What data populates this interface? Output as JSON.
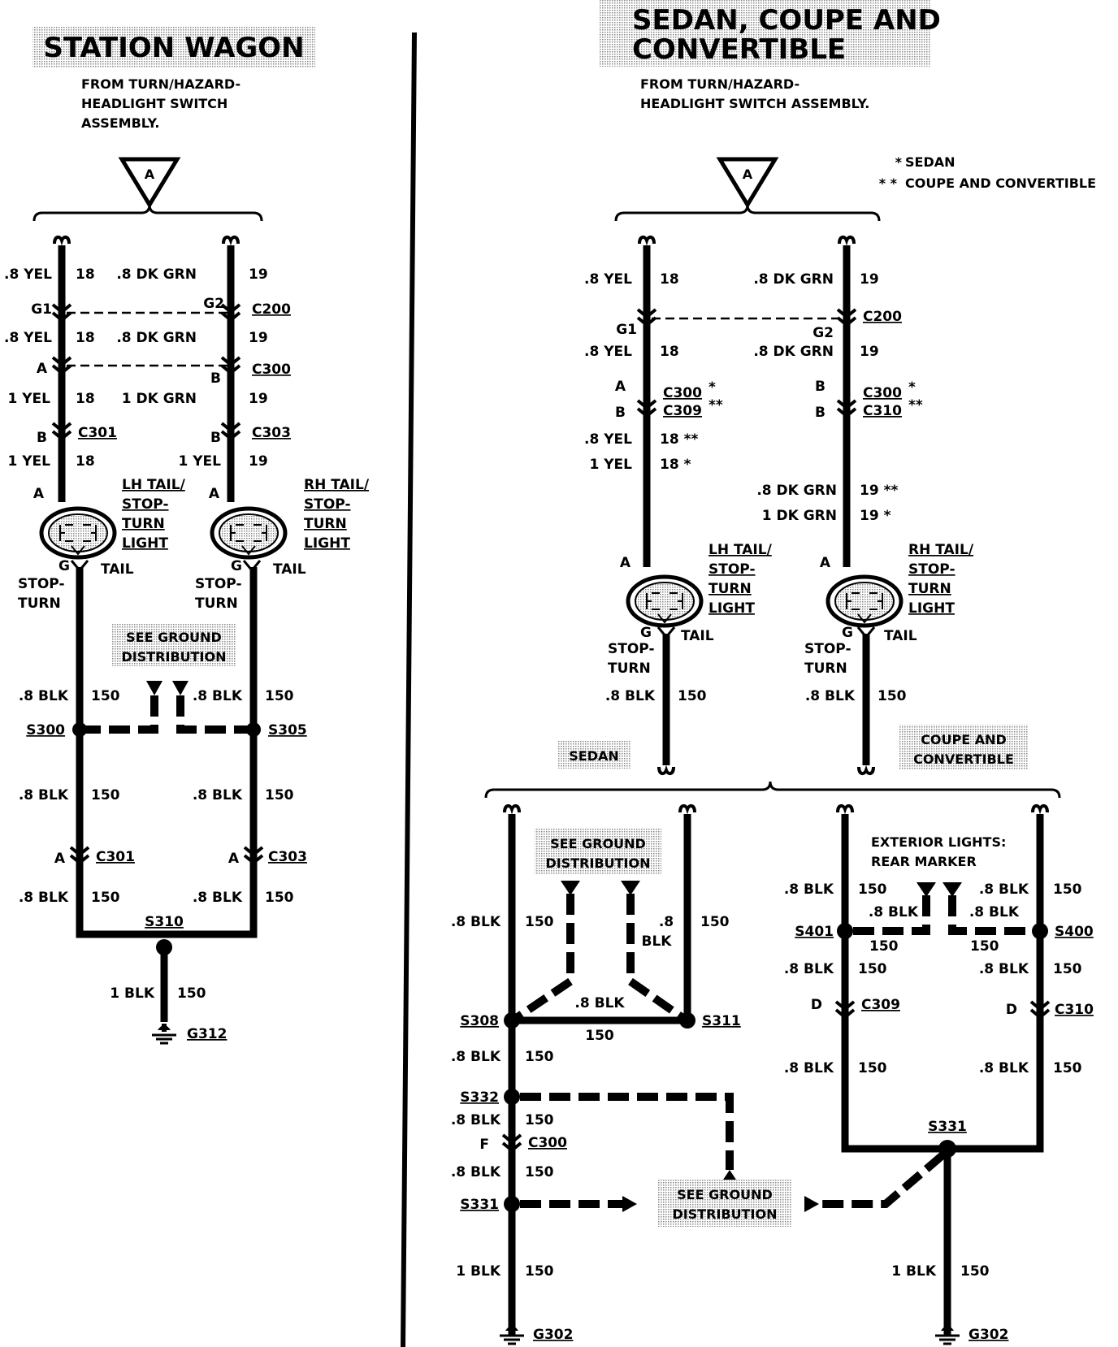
{
  "station_wagon": {
    "title": "STATION WAGON",
    "source_lines": [
      "FROM TURN/HAZARD-",
      "HEADLIGHT SWITCH",
      "ASSEMBLY."
    ],
    "connector_letter": "A",
    "left": {
      "w1_color": ".8 YEL",
      "w1_num": "18",
      "pin_c200": "G1",
      "w2_color": ".8 YEL",
      "w2_num": "18",
      "pin_c300": "A",
      "w3_color": "1 YEL",
      "w3_num": "18",
      "pin_c301": "B",
      "c301": "C301",
      "w4_color": "1 YEL",
      "w4_num": "18",
      "pin_lamp": "A",
      "lamp_label": [
        "LH TAIL/",
        "STOP-",
        "TURN",
        "LIGHT"
      ],
      "ground_pin": "G",
      "tail": "TAIL",
      "stop_turn": [
        "STOP-",
        "TURN"
      ],
      "blk1_color": ".8 BLK",
      "blk1_num": "150",
      "splice": "S300",
      "blk2_color": ".8 BLK",
      "blk2_num": "150",
      "pin_c301_low": "A",
      "c301_low": "C301",
      "blk3_color": ".8 BLK",
      "blk3_num": "150"
    },
    "right": {
      "w1_color": ".8 DK GRN",
      "w1_num": "19",
      "pin_c200": "G2",
      "c200": "C200",
      "w2_color": ".8 DK GRN",
      "w2_num": "19",
      "pin_c300": "B",
      "c300": "C300",
      "w3_color": "1 DK GRN",
      "w3_num": "19",
      "pin_c303": "B",
      "c303": "C303",
      "w4_color": "1 YEL",
      "w4_num": "19",
      "pin_lamp": "A",
      "lamp_label": [
        "RH TAIL/",
        "STOP-",
        "TURN",
        "LIGHT"
      ],
      "ground_pin": "G",
      "tail": "TAIL",
      "stop_turn": [
        "STOP-",
        "TURN"
      ],
      "blk1_color": ".8 BLK",
      "blk1_num": "150",
      "splice": "S305",
      "blk2_color": ".8 BLK",
      "blk2_num": "150",
      "pin_c303_low": "A",
      "c303_low": "C303",
      "blk3_color": ".8 BLK",
      "blk3_num": "150"
    },
    "ground_box": [
      "SEE GROUND",
      "DISTRIBUTION"
    ],
    "s310": "S310",
    "final_color": "1 BLK",
    "final_num": "150",
    "ground": "G312"
  },
  "sedan": {
    "title_lines": [
      "SEDAN, COUPE AND",
      "CONVERTIBLE"
    ],
    "source_lines": [
      "FROM TURN/HAZARD-",
      "HEADLIGHT SWITCH ASSEMBLY."
    ],
    "connector_letter": "A",
    "legend": [
      {
        "mark": "*",
        "text": "SEDAN"
      },
      {
        "mark": "* *",
        "text": "COUPE AND CONVERTIBLE"
      }
    ],
    "left": {
      "w1_color": ".8 YEL",
      "w1_num": "18",
      "pin_c200": "G1",
      "w2_color": ".8 YEL",
      "w2_num": "18",
      "pin_a": "A",
      "pin_b": "B",
      "c300": "C300",
      "c300_mark": "*",
      "c309": "C309",
      "c309_mark": "**",
      "w3_color": ".8 YEL",
      "w3_num": "18 **",
      "w4_color": "1 YEL",
      "w4_num": "18 *",
      "pin_lamp": "A",
      "lamp_label": [
        "LH TAIL/",
        "STOP-",
        "TURN",
        "LIGHT"
      ],
      "ground_pin": "G",
      "tail": "TAIL",
      "stop_turn": [
        "STOP-",
        "TURN"
      ],
      "blk_color": ".8 BLK",
      "blk_num": "150"
    },
    "right": {
      "w1_color": ".8 DK GRN",
      "w1_num": "19",
      "pin_c200": "G2",
      "c200": "C200",
      "w2_color": ".8 DK GRN",
      "w2_num": "19",
      "pin_a": "B",
      "pin_b": "B",
      "c300": "C300",
      "c300_mark": "*",
      "c310": "C310",
      "c310_mark": "**",
      "w3_color": ".8 DK GRN",
      "w3_num": "19 **",
      "w4_color": "1 DK GRN",
      "w4_num": "19 *",
      "pin_lamp": "A",
      "lamp_label": [
        "RH TAIL/",
        "STOP-",
        "TURN",
        "LIGHT"
      ],
      "ground_pin": "G",
      "tail": "TAIL",
      "stop_turn": [
        "STOP-",
        "TURN"
      ],
      "blk_color": ".8 BLK",
      "blk_num": "150"
    },
    "sedan_box": "SEDAN",
    "coupe_box": [
      "COUPE AND",
      "CONVERTIBLE"
    ],
    "sedan_branch": {
      "ground_box": [
        "SEE GROUND",
        "DISTRIBUTION"
      ],
      "l_color": ".8 BLK",
      "l_num": "150",
      "r_color1": ".8",
      "r_color2": "BLK",
      "r_num": "150",
      "mid_color": ".8 BLK",
      "mid_num": "150",
      "s308": "S308",
      "s311": "S311",
      "w_a_color": ".8 BLK",
      "w_a_num": "150",
      "s332": "S332",
      "w_b_color": ".8 BLK",
      "w_b_num": "150",
      "pin_f": "F",
      "c300": "C300",
      "w_c_color": ".8 BLK",
      "w_c_num": "150",
      "s331": "S331",
      "final_color": "1 BLK",
      "final_num": "150",
      "ground": "G302"
    },
    "coupe_branch": {
      "ext_lines": [
        "EXTERIOR LIGHTS:",
        "REAR MARKER"
      ],
      "l_color": ".8 BLK",
      "l_num": "150",
      "r_color": ".8 BLK",
      "r_num": "150",
      "s401_in_color": ".8 BLK",
      "s401_in_num": "150",
      "s400_in_color": ".8 BLK",
      "s400_in_num": "150",
      "s401": "S401",
      "s400": "S400",
      "l2_color": ".8 BLK",
      "l2_num": "150",
      "r2_color": ".8 BLK",
      "r2_num": "150",
      "pin_d_left": "D",
      "c309": "C309",
      "pin_d_right": "D",
      "c310": "C310",
      "l3_color": ".8 BLK",
      "l3_num": "150",
      "r3_color": ".8 BLK",
      "r3_num": "150",
      "s331": "S331",
      "final_color": "1 BLK",
      "final_num": "150",
      "ground": "G302"
    },
    "ground_box_bottom": [
      "SEE GROUND",
      "DISTRIBUTION"
    ]
  }
}
